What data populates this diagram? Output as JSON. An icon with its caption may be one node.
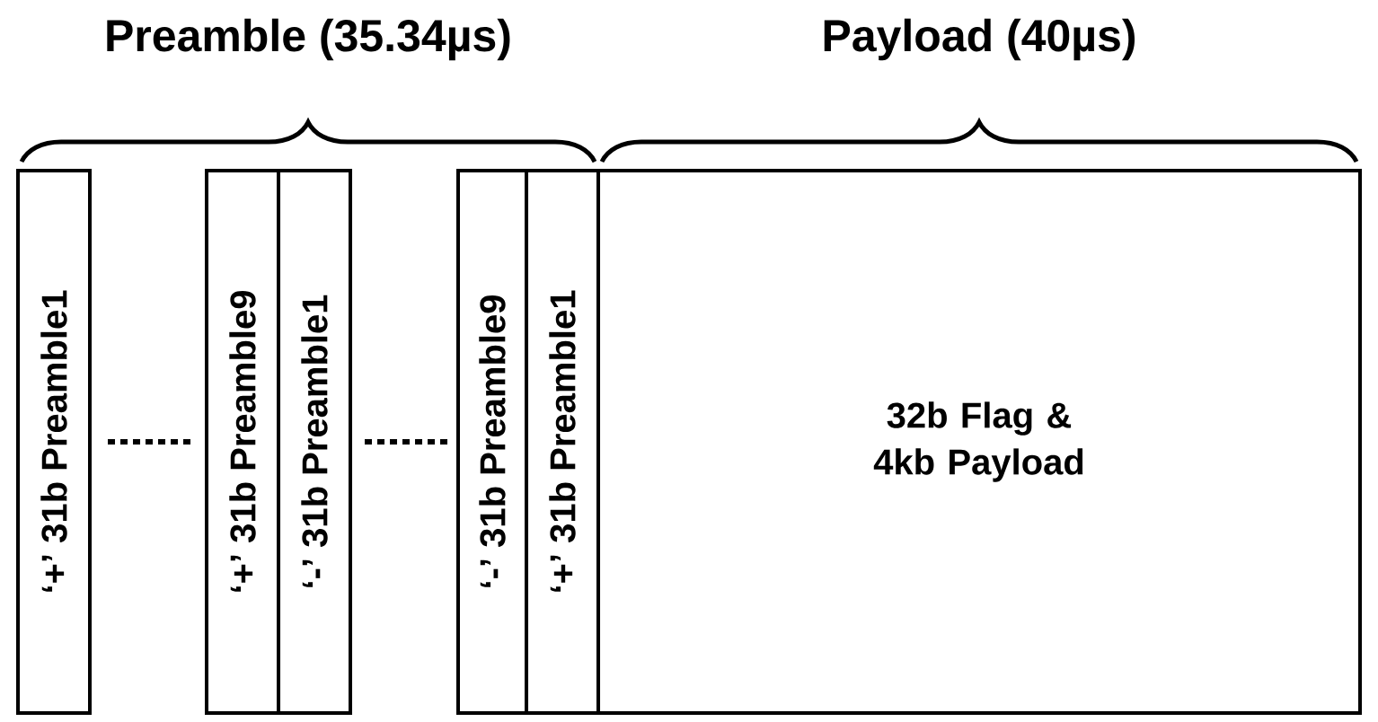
{
  "diagram": {
    "nodes": [
      {
        "text": [
          "‘+’ 31b Preamble1"
        ]
      },
      {
        "text": [
          "‘+’ 31b Preamble9"
        ]
      },
      {
        "text": [
          "‘-’ 31b Preamble1"
        ]
      },
      {
        "text": [
          "‘-’ 31b Preamble9"
        ]
      },
      {
        "text": [
          "‘+’ 31b Preamble1"
        ]
      },
      {
        "text": [
          "32b Flag & 4kb Payload"
        ]
      }
    ],
    "labels": [
      "Preamble (35.34µs)",
      "Payload (40µs)"
    ]
  }
}
